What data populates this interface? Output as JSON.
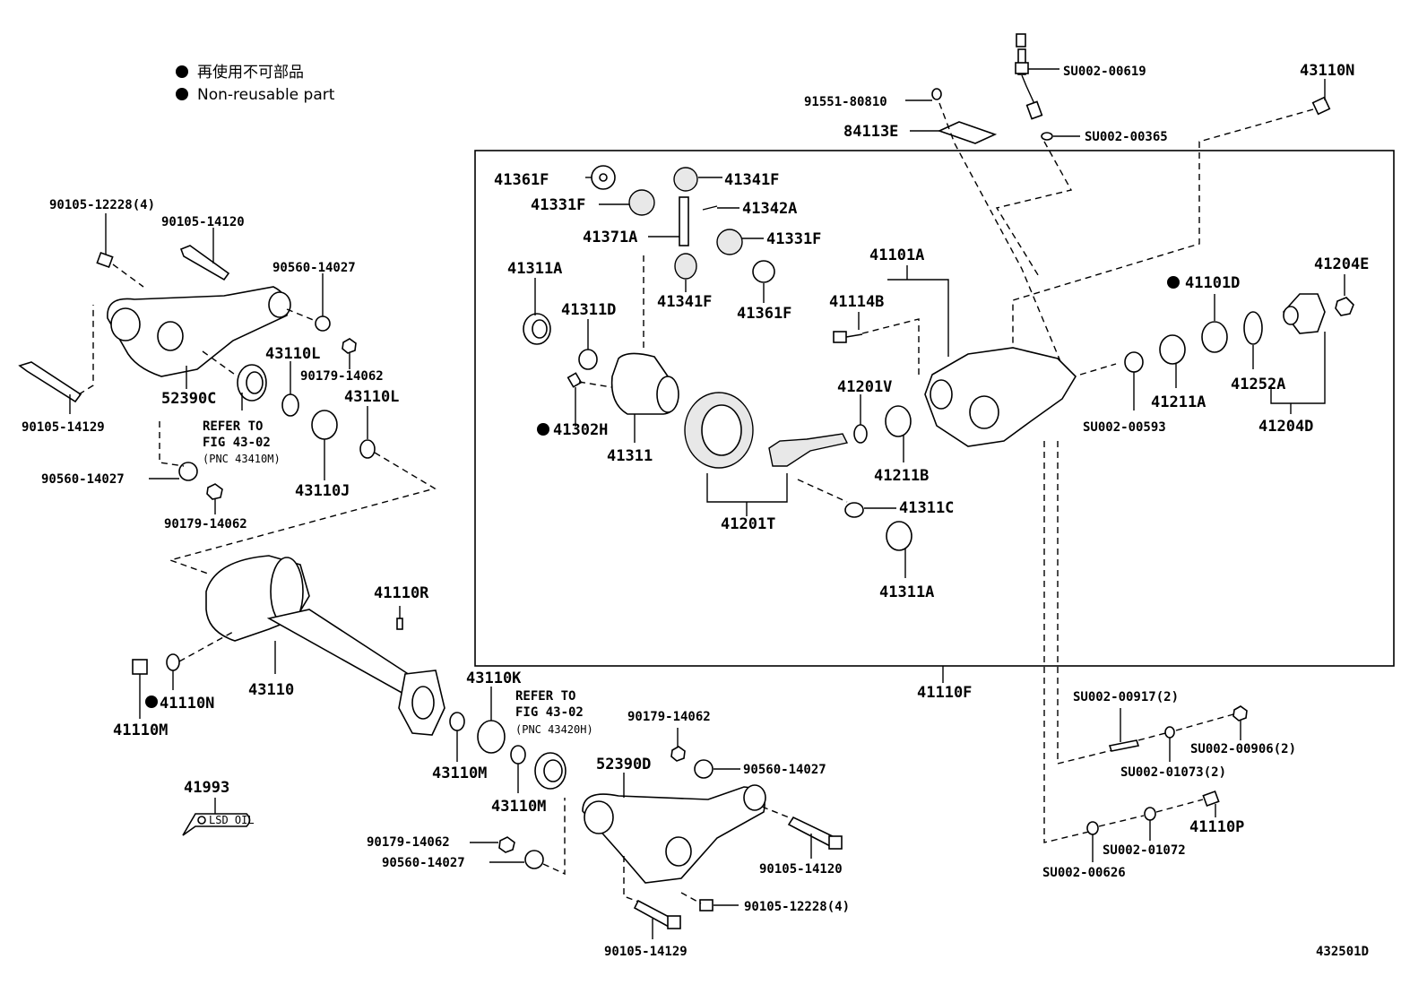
{
  "legend": {
    "line_jp": "再使用不可部品",
    "line_en": "Non-reusable part"
  },
  "figure_code": "432501D",
  "labels": {
    "su002_00619": "SU002-00619",
    "su002_00365": "SU002-00365",
    "p43110n_top": "43110N",
    "p91551_80810": "91551-80810",
    "p84113e": "84113E",
    "p41361f_a": "41361F",
    "p41341f_a": "41341F",
    "p41331f_a": "41331F",
    "p41342a": "41342A",
    "p41371a": "41371A",
    "p41331f_b": "41331F",
    "p41311a_a": "41311A",
    "p41341f_b": "41341F",
    "p41361f_b": "41361F",
    "p41311d": "41311D",
    "p41101a": "41101A",
    "p41114b": "41114B",
    "p41101d": "41101D",
    "p41204e": "41204E",
    "p41201v": "41201V",
    "p41302h": "41302H",
    "p41311": "41311",
    "p41211b": "41211B",
    "p41211a": "41211A",
    "p41252a": "41252A",
    "su002_00593": "SU002-00593",
    "p41204d": "41204D",
    "p41311c": "41311C",
    "p41201t": "41201T",
    "p41311a_b": "41311A",
    "p41110f": "41110F",
    "p90105_12228_a": "90105-12228(4)",
    "p90105_14120_a": "90105-14120",
    "p90560_14027_a": "90560-14027",
    "p43110l_a": "43110L",
    "p90179_14062_a": "90179-14062",
    "p43110l_b": "43110L",
    "p90105_14129_a": "90105-14129",
    "p52390c": "52390C",
    "refer_to_a": "REFER TO",
    "fig_a": "FIG 43-02",
    "pnc_a": "(PNC 43410M)",
    "p43110j": "43110J",
    "p90560_14027_b": "90560-14027",
    "p90179_14062_b": "90179-14062",
    "p41110r": "41110R",
    "p43110": "43110",
    "p41110n": "41110N",
    "p41110m": "41110M",
    "p43110k": "43110K",
    "refer_to_b": "REFER TO",
    "fig_b": "FIG 43-02",
    "pnc_b": "(PNC 43420H)",
    "p90179_14062_c": "90179-14062",
    "p43110m_a": "43110M",
    "p43110m_b": "43110M",
    "p52390d": "52390D",
    "p90560_14027_c": "90560-14027",
    "p41993": "41993",
    "lsd_oil": "LSD OIL",
    "p90179_14062_d": "90179-14062",
    "p90560_14027_d": "90560-14027",
    "p90105_14120_b": "90105-14120",
    "p90105_12228_b": "90105-12228(4)",
    "p90105_14129_b": "90105-14129",
    "su002_00917": "SU002-00917(2)",
    "su002_00906": "SU002-00906(2)",
    "su002_01073": "SU002-01073(2)",
    "p41110p": "41110P",
    "su002_01072": "SU002-01072",
    "su002_00626": "SU002-00626"
  }
}
